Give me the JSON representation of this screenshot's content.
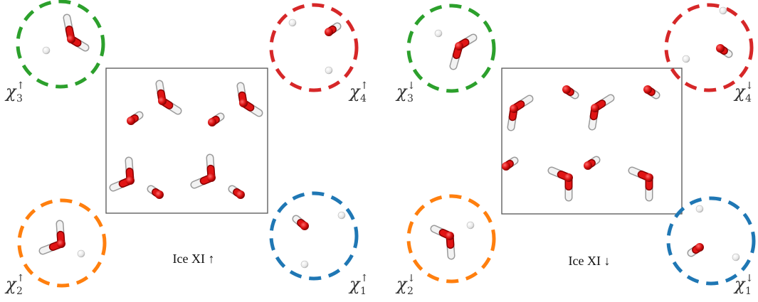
{
  "colors": {
    "chi1": "#1f77b4",
    "chi2": "#ff7f0e",
    "chi3": "#2ca02c",
    "chi4": "#d62728",
    "oxygen": "#e01010",
    "hydrogen": "#f4f4f4",
    "frame": "#555555"
  },
  "icons": [
    "water-molecule-icon",
    "hydrogen-atom-icon"
  ],
  "panels": [
    {
      "caption": "Ice XI ↑",
      "labels": {
        "chi3": {
          "base": "χ",
          "sub": "3",
          "sup": "↑"
        },
        "chi4": {
          "base": "χ",
          "sub": "4",
          "sup": "↑"
        },
        "chi2": {
          "base": "χ",
          "sub": "2",
          "sup": "↑"
        },
        "chi1": {
          "base": "χ",
          "sub": "1",
          "sup": "↑"
        }
      }
    },
    {
      "caption": "Ice XI ↓",
      "labels": {
        "chi3": {
          "base": "χ",
          "sub": "3",
          "sup": "↓"
        },
        "chi4": {
          "base": "χ",
          "sub": "4",
          "sup": "↓"
        },
        "chi2": {
          "base": "χ",
          "sub": "2",
          "sup": "↓"
        },
        "chi1": {
          "base": "χ",
          "sub": "1",
          "sup": "↓"
        }
      }
    }
  ]
}
